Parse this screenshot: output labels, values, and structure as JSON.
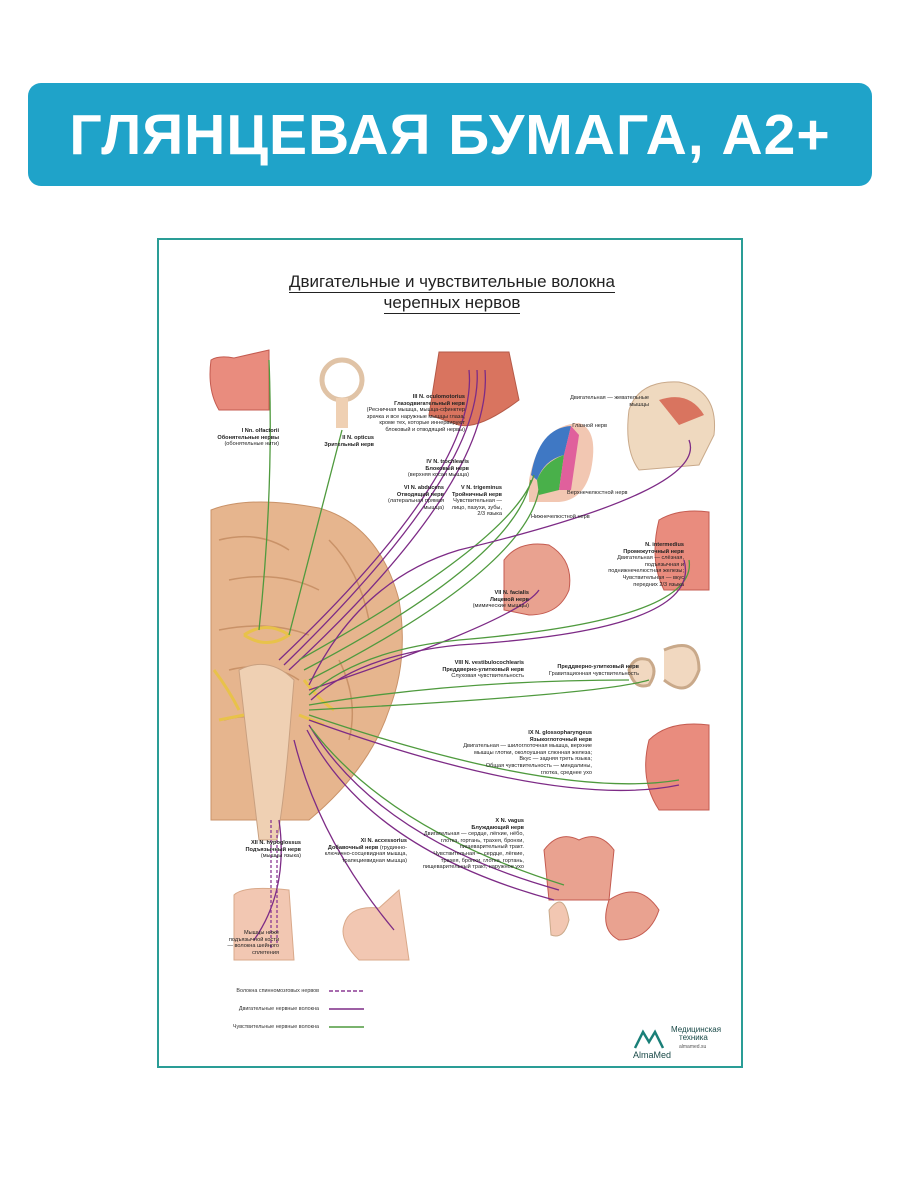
{
  "banner": {
    "text": "ГЛЯНЦЕВАЯ БУМАГА, А2+"
  },
  "poster": {
    "title_line1": "Двигательные и чувствительные волокна",
    "title_line2": "черепных нервов",
    "nerves": {
      "olfactory": {
        "latin": "I Nn. olfactorii",
        "name": "Обонятельные нервы",
        "desc": "(обонятельные нити)"
      },
      "optic": {
        "latin": "II N. opticus",
        "name": "Зрительный нерв"
      },
      "oculomotor": {
        "latin": "III N. oculomotorius",
        "name": "Глазодвигательный нерв",
        "desc": [
          "(Ресничная мышца, мышца-сфинктер",
          "зрачка и все наружные мышцы глаза,",
          "кроме тех, которые иннервируют",
          "блоковый и отводящий нервы)"
        ]
      },
      "trochlear": {
        "latin": "IV N. trochlearis",
        "name": "Блоковый нерв",
        "desc": "(верхняя косая мышца)"
      },
      "abducens": {
        "latin": "VI N. abducens",
        "name": "Отводящий нерв",
        "desc": [
          "(латеральная прямая",
          "мышца)"
        ]
      },
      "trigeminal": {
        "latin": "V N. trigeminus",
        "name": "Тройничный нерв",
        "desc": [
          "Чувствительная —",
          "лицо, пазухи, зубы,",
          "2/3 языка"
        ],
        "ophthalmic": "Глазной нерв",
        "maxillary": "Верхнечелюстной нерв",
        "mandibular": "Нижнечелюстной нерв",
        "motor": [
          "Двигательная — жевательные",
          "мышцы"
        ]
      },
      "intermedius": {
        "latin": "N. intermedius",
        "name": "Промежуточный нерв",
        "desc": [
          "Двигательная — слёзная,",
          "подъязычная и",
          "поднижнечелюстная железы;",
          "Чувствительная — вкус",
          "передних 2/3 языка"
        ]
      },
      "facial": {
        "latin": "VII N. facialis",
        "name": "Лицевой нерв",
        "desc": "(мимические мышцы)"
      },
      "vestibulocochlear": {
        "latin": "VIII N. vestibulocochlearis",
        "name": "Преддверно-улитковый нерв",
        "desc": "Слуховая чувствительность",
        "name2": "Преддверно-улитковый нерв",
        "desc2": "Гравитационная чувствительность"
      },
      "glossopharyngeal": {
        "latin": "IX N. glossopharyngeus",
        "name": "Языкоглоточный нерв",
        "desc": [
          "Двигательная — шилоглоточная мышца, верхние",
          "мышцы глотки, околоушная слюнная железа;",
          "Вкус — задняя треть языка;",
          "Общая чувствительность — миндалины,",
          "глотка, среднее ухо"
        ]
      },
      "vagus": {
        "latin": "X N. vagus",
        "name": "Блуждающий нерв",
        "desc": [
          "Двигательная — сердце, лёгкие, нёбо,",
          "глотка, гортань, трахея, бронхи,",
          "пищеварительный тракт.",
          "Чувствительная — сердце, лёгкие,",
          "трахея, бронхи, глотка, гортань,",
          "пищеварительный тракт, наружное ухо"
        ]
      },
      "accessory": {
        "latin": "XI N. accessorius",
        "name": "Добавочный нерв",
        "desc": [
          "(грудинно-",
          "ключично-сосцевидная мышца,",
          "трапециевидная мышца)"
        ]
      },
      "hypoglossal": {
        "latin": "XII N. hypoglossus",
        "name": "Подъязычный нерв",
        "desc": "(мышцы языка)"
      },
      "infrahyoid": [
        "Мышцы ниже",
        "подъязычной кости",
        "— волокна шейного",
        "сплетения"
      ]
    },
    "legend": [
      {
        "label": "Волокна спинномозговых нервов",
        "color": "#8b3a94",
        "style": "dashed"
      },
      {
        "label": "Двигательные нервные волокна",
        "color": "#7d2b86",
        "style": "solid"
      },
      {
        "label": "Чувствительные нервные волокна",
        "color": "#4f9a3e",
        "style": "solid"
      }
    ],
    "logo": {
      "brand": "AlmaMed",
      "tagline1": "Медицинская",
      "tagline2": "техника",
      "site": "almamed.su"
    }
  },
  "colors": {
    "banner": "#1fa3c9",
    "frame": "#2a9d96",
    "motor": "#7d2b86",
    "sensory": "#4f9a3e"
  }
}
